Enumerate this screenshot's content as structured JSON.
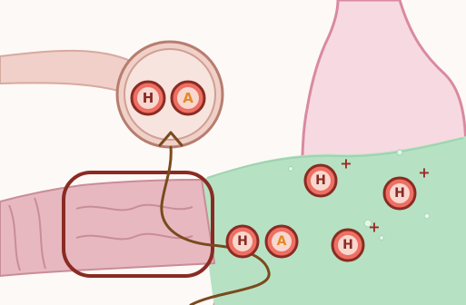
{
  "colors": {
    "background": "#fdf9f7",
    "stomach_fill": "#f7d9e1",
    "stomach_outline": "#d98aa0",
    "gastric_acid": "#b6e2c3",
    "blood_vessel": "#f0d0c8",
    "intestine": "#e7b8c0",
    "outline_dark": "#8a2b23",
    "arrow": "#7a4a1e",
    "acid_label_fill": "#ee6f63",
    "hydrogen_fill": "#f8d7cf",
    "a_letter": "#e48a2a"
  },
  "vessel_molecule": {
    "h": "H",
    "a": "A"
  },
  "gut_molecule": {
    "h": "H",
    "a": "A"
  },
  "protons": [
    {
      "label": "H",
      "charge": "+"
    },
    {
      "label": "H",
      "charge": "+"
    },
    {
      "label": "H",
      "charge": "+"
    }
  ]
}
